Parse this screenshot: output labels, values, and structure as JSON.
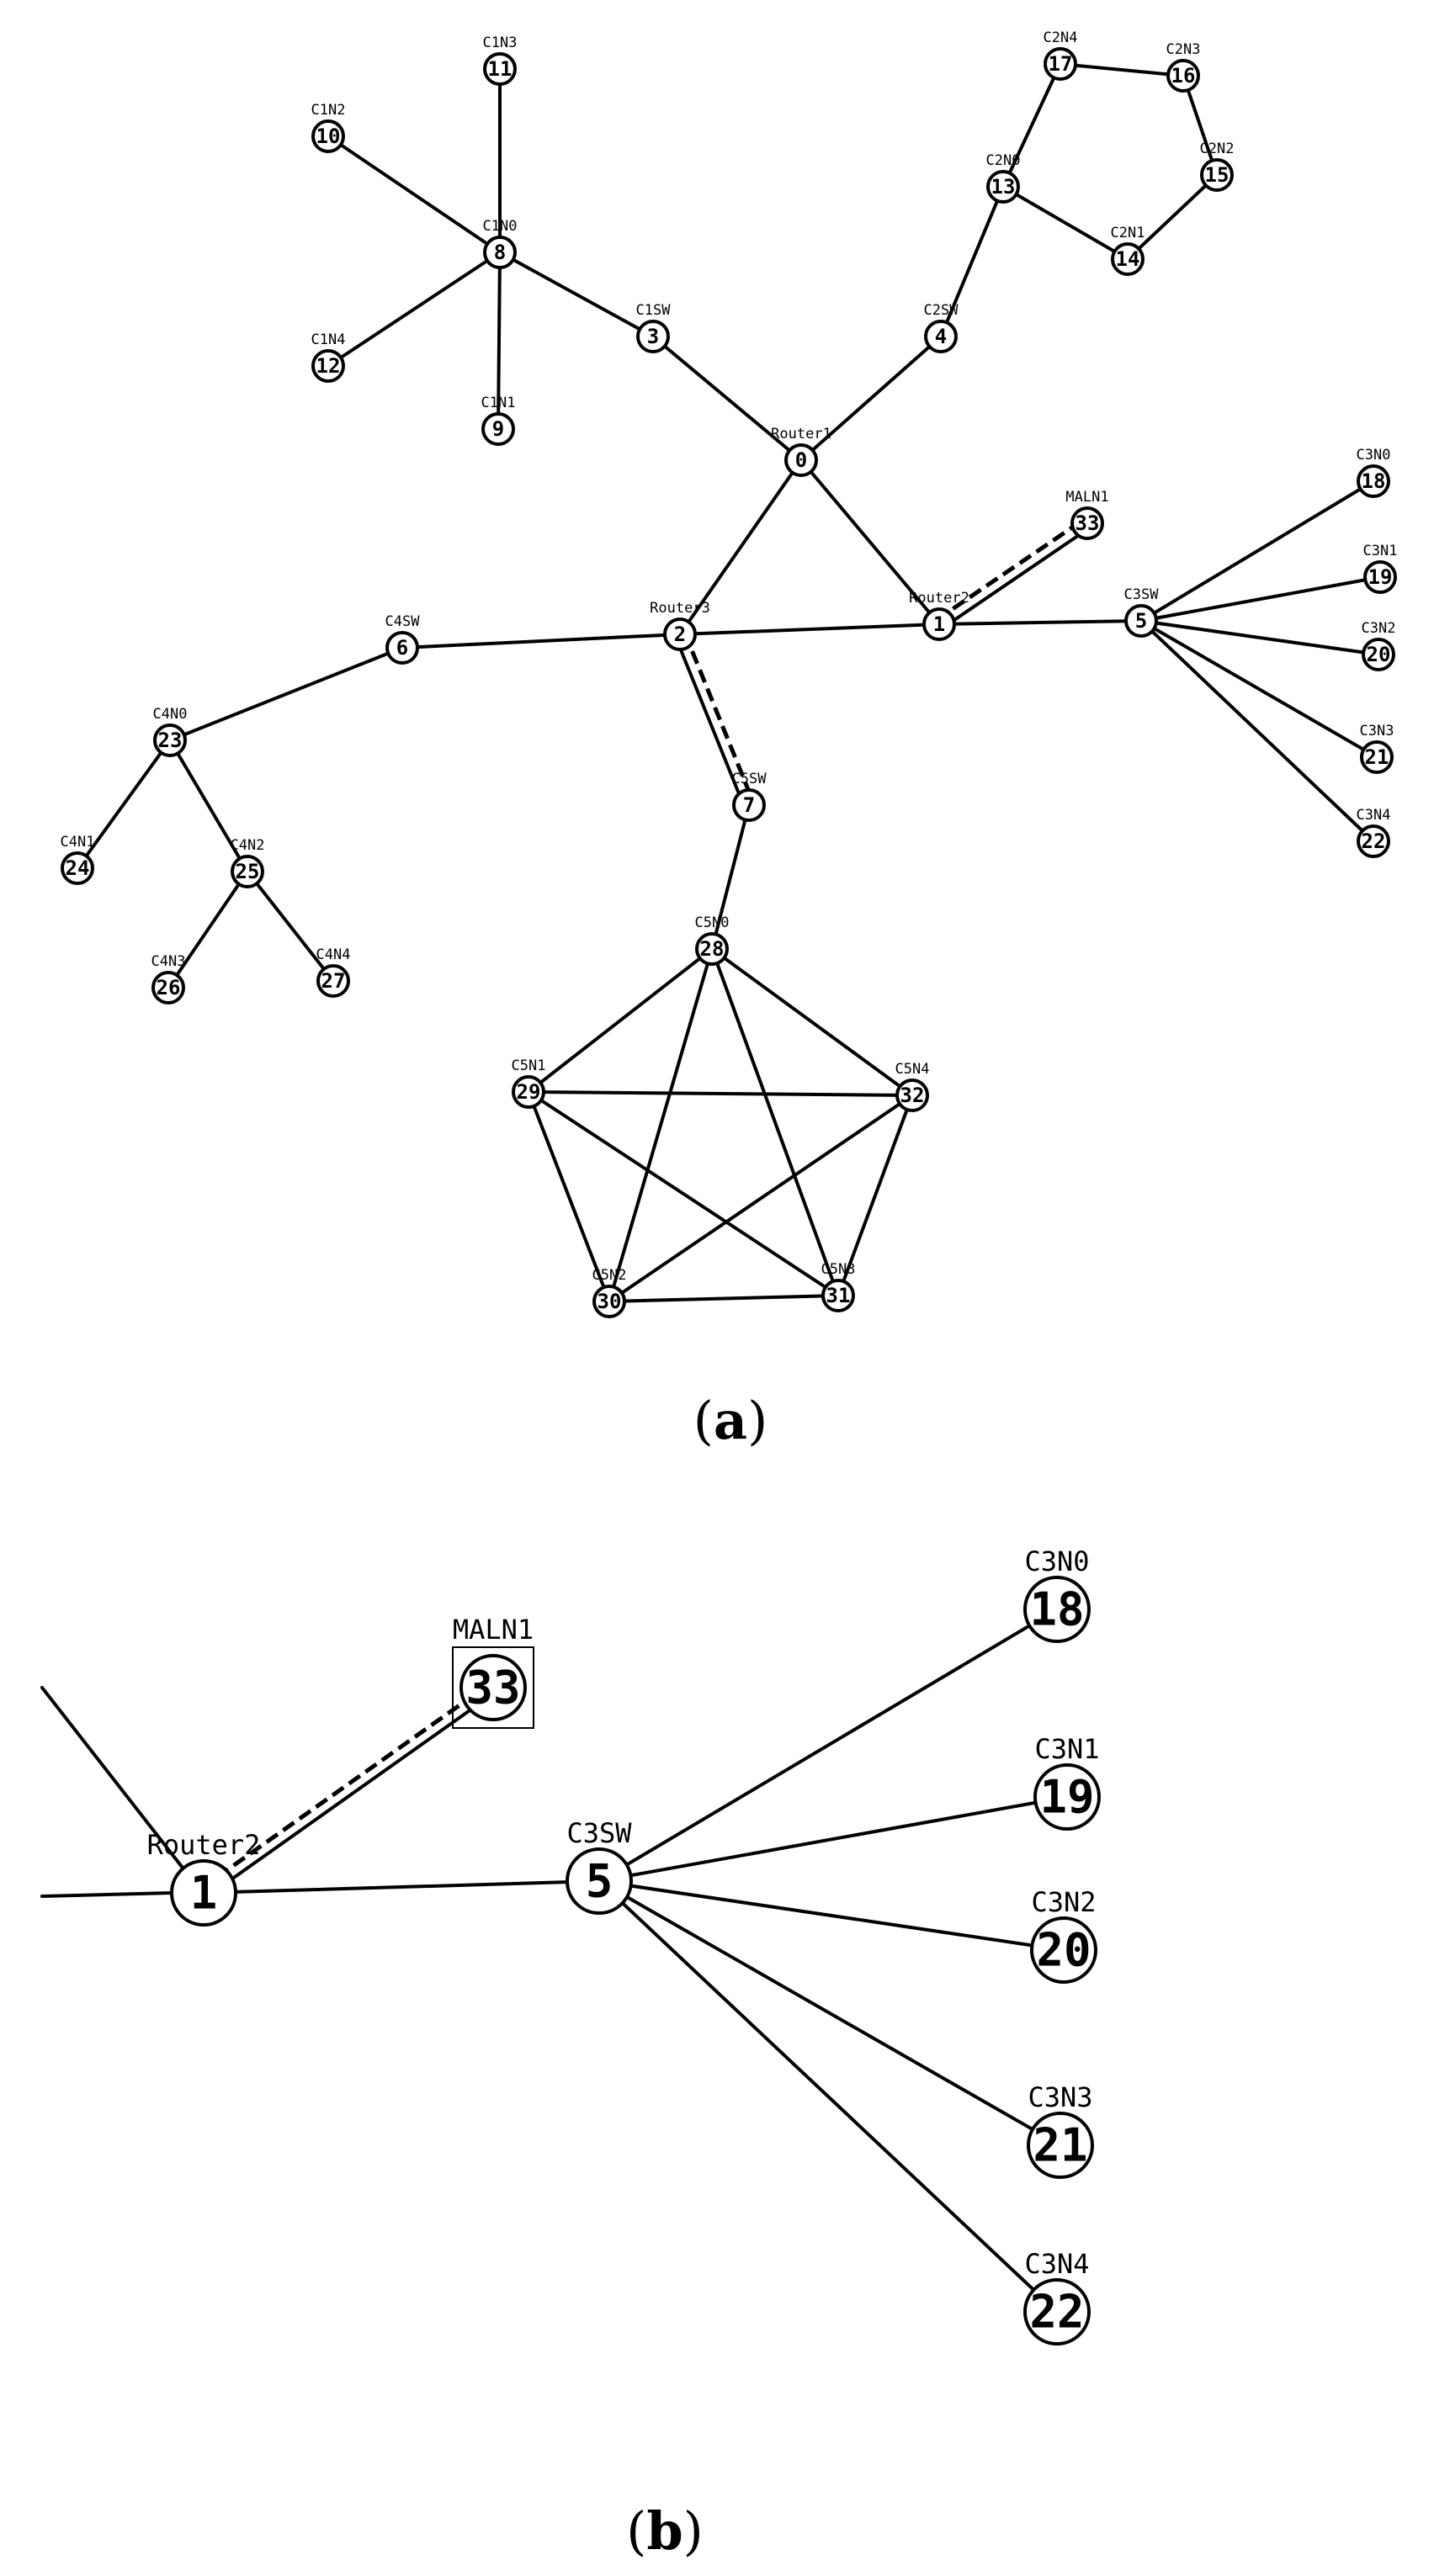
{
  "figure": {
    "panel_a": {
      "caption_open": "(",
      "caption_letter": "a",
      "caption_close": ")",
      "nodes": [
        {
          "id": "0",
          "label": "Router1"
        },
        {
          "id": "1",
          "label": "Router2"
        },
        {
          "id": "2",
          "label": "Router3"
        },
        {
          "id": "3",
          "label": "C1SW"
        },
        {
          "id": "4",
          "label": "C2SW"
        },
        {
          "id": "5",
          "label": "C3SW"
        },
        {
          "id": "6",
          "label": "C4SW"
        },
        {
          "id": "7",
          "label": "C5SW"
        },
        {
          "id": "8",
          "label": "C1N0"
        },
        {
          "id": "9",
          "label": "C1N1"
        },
        {
          "id": "10",
          "label": "C1N2"
        },
        {
          "id": "11",
          "label": "C1N3"
        },
        {
          "id": "12",
          "label": "C1N4"
        },
        {
          "id": "13",
          "label": "C2N0"
        },
        {
          "id": "14",
          "label": "C2N1"
        },
        {
          "id": "15",
          "label": "C2N2"
        },
        {
          "id": "16",
          "label": "C2N3"
        },
        {
          "id": "17",
          "label": "C2N4"
        },
        {
          "id": "18",
          "label": "C3N0"
        },
        {
          "id": "19",
          "label": "C3N1"
        },
        {
          "id": "20",
          "label": "C3N2"
        },
        {
          "id": "21",
          "label": "C3N3"
        },
        {
          "id": "22",
          "label": "C3N4"
        },
        {
          "id": "23",
          "label": "C4N0"
        },
        {
          "id": "24",
          "label": "C4N1"
        },
        {
          "id": "25",
          "label": "C4N2"
        },
        {
          "id": "26",
          "label": "C4N3"
        },
        {
          "id": "27",
          "label": "C4N4"
        },
        {
          "id": "28",
          "label": "C5N0"
        },
        {
          "id": "29",
          "label": "C5N1"
        },
        {
          "id": "30",
          "label": "C5N2"
        },
        {
          "id": "31",
          "label": "C5N3"
        },
        {
          "id": "32",
          "label": "C5N4"
        },
        {
          "id": "33",
          "label": "MALN1"
        }
      ],
      "edges": [
        [
          "0",
          "3"
        ],
        [
          "0",
          "4"
        ],
        [
          "0",
          "1"
        ],
        [
          "0",
          "2"
        ],
        [
          "1",
          "2"
        ],
        [
          "1",
          "5"
        ],
        [
          "2",
          "6"
        ],
        [
          "2",
          "7"
        ],
        [
          "3",
          "8"
        ],
        [
          "8",
          "9"
        ],
        [
          "8",
          "10"
        ],
        [
          "8",
          "11"
        ],
        [
          "8",
          "12"
        ],
        [
          "4",
          "13"
        ],
        [
          "13",
          "17"
        ],
        [
          "17",
          "16"
        ],
        [
          "16",
          "15"
        ],
        [
          "15",
          "14"
        ],
        [
          "14",
          "13"
        ],
        [
          "5",
          "18"
        ],
        [
          "5",
          "19"
        ],
        [
          "5",
          "20"
        ],
        [
          "5",
          "21"
        ],
        [
          "5",
          "22"
        ],
        [
          "6",
          "23"
        ],
        [
          "23",
          "24"
        ],
        [
          "23",
          "25"
        ],
        [
          "25",
          "26"
        ],
        [
          "25",
          "27"
        ],
        [
          "7",
          "28"
        ],
        [
          "28",
          "29"
        ],
        [
          "28",
          "30"
        ],
        [
          "28",
          "31"
        ],
        [
          "28",
          "32"
        ],
        [
          "29",
          "30"
        ],
        [
          "29",
          "31"
        ],
        [
          "29",
          "32"
        ],
        [
          "30",
          "31"
        ],
        [
          "30",
          "32"
        ],
        [
          "31",
          "32"
        ]
      ],
      "dashed_edges": [
        [
          "1",
          "33"
        ],
        [
          "2",
          "7"
        ]
      ]
    },
    "panel_b": {
      "caption_open": "(",
      "caption_letter": "b",
      "caption_close": ")",
      "nodes": [
        {
          "id": "1",
          "label": "Router2"
        },
        {
          "id": "5",
          "label": "C3SW"
        },
        {
          "id": "18",
          "label": "C3N0"
        },
        {
          "id": "19",
          "label": "C3N1"
        },
        {
          "id": "20",
          "label": "C3N2"
        },
        {
          "id": "21",
          "label": "C3N3"
        },
        {
          "id": "22",
          "label": "C3N4"
        },
        {
          "id": "33",
          "label": "MALN1",
          "boxed": true
        }
      ],
      "edges": [
        [
          "1",
          "5"
        ],
        [
          "5",
          "18"
        ],
        [
          "5",
          "19"
        ],
        [
          "5",
          "20"
        ],
        [
          "5",
          "21"
        ],
        [
          "5",
          "22"
        ]
      ],
      "dashed_edges": [
        [
          "1",
          "33"
        ]
      ]
    }
  }
}
